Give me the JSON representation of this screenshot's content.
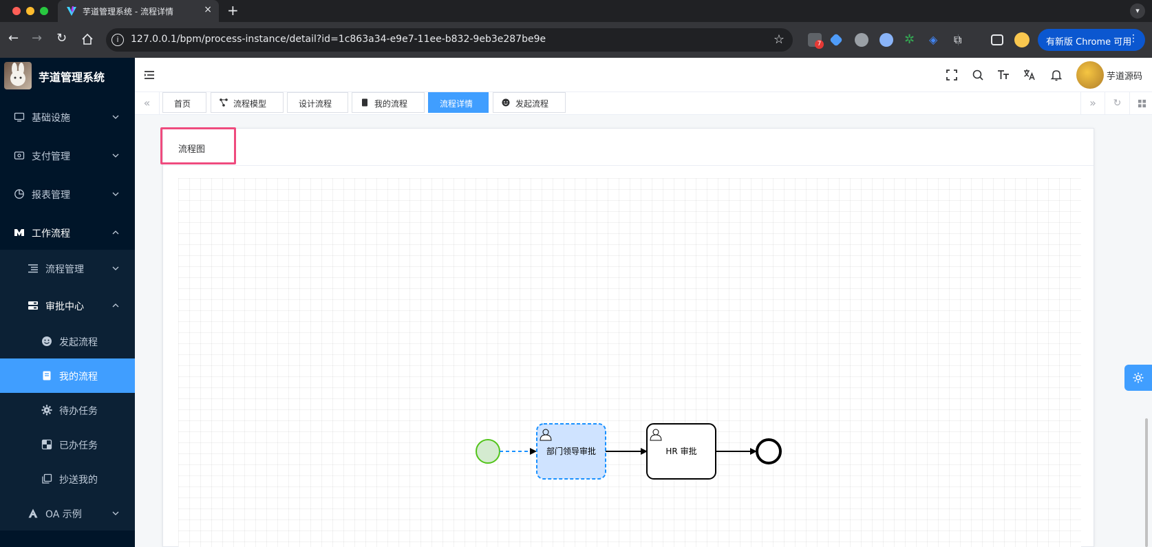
{
  "browser": {
    "tab_title": "芋道管理系统 - 流程详情",
    "tab_close": "×",
    "new_tab": "+",
    "url": "127.0.0.1/bpm/process-instance/detail?id=1c863a34-e9e7-11ee-b832-9eb3e287be9e",
    "extension_badge": "7",
    "update_label": "有新版 Chrome 可用",
    "update_menu": "⋮"
  },
  "sidebar": {
    "app_title": "芋道管理系统",
    "items": [
      {
        "label": "基础设施"
      },
      {
        "label": "支付管理"
      },
      {
        "label": "报表管理"
      },
      {
        "label": "工作流程"
      },
      {
        "label": "流程管理"
      },
      {
        "label": "审批中心"
      },
      {
        "label": "发起流程"
      },
      {
        "label": "我的流程"
      },
      {
        "label": "待办任务"
      },
      {
        "label": "已办任务"
      },
      {
        "label": "抄送我的"
      },
      {
        "label": "OA 示例"
      }
    ]
  },
  "header": {
    "user_name": "芋道源码"
  },
  "tags": [
    {
      "label": "首页"
    },
    {
      "label": "流程模型"
    },
    {
      "label": "设计流程"
    },
    {
      "label": "我的流程"
    },
    {
      "label": "流程详情"
    },
    {
      "label": "发起流程"
    }
  ],
  "card": {
    "title": "流程图"
  },
  "diagram": {
    "nodes": [
      {
        "label": "部门领导审批"
      },
      {
        "label": "HR 审批"
      }
    ]
  },
  "colors": {
    "accent": "#409eff",
    "sidebar_bg": "#001529",
    "highlight_border": "#ef4b7e",
    "start_event": "#52c41a",
    "active_task_fill": "#cfe3ff",
    "active_task_border": "#1890ff"
  }
}
